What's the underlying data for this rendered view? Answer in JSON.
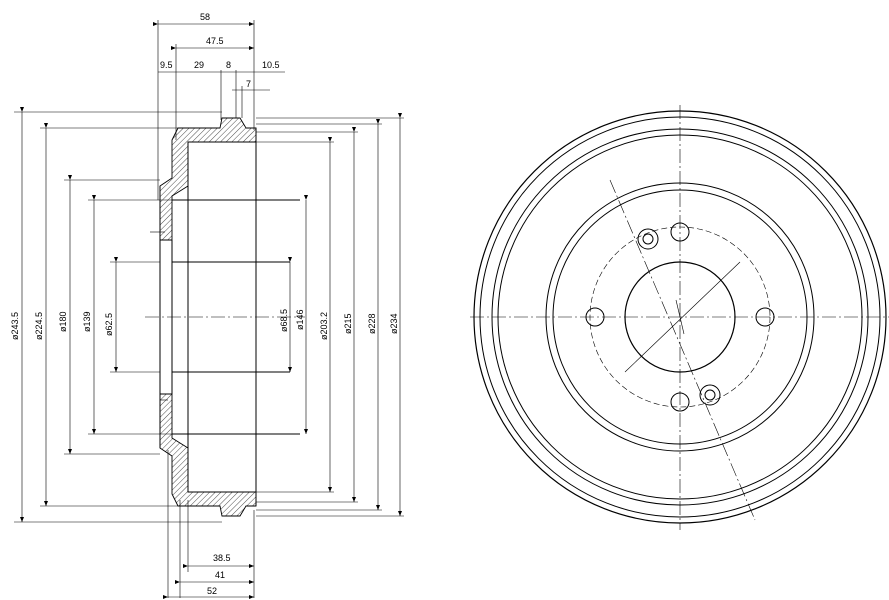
{
  "top_dimensions": {
    "overall": "58",
    "flange": "47.5",
    "d1": "9.5",
    "d2": "29",
    "d3": "8",
    "d4": "10.5",
    "d5": "7"
  },
  "bottom_dimensions": {
    "b1": "38.5",
    "b2": "41",
    "b3": "52"
  },
  "diameters": {
    "outer_left_1": "ø243.5",
    "outer_left_2": "ø224.5",
    "left_3": "ø180",
    "left_4": "ø139",
    "hub": "ø62.5",
    "right_1": "ø68.5",
    "right_2": "ø146",
    "right_3": "ø203.2",
    "right_4": "ø215",
    "right_5": "ø228",
    "right_6": "ø234"
  }
}
